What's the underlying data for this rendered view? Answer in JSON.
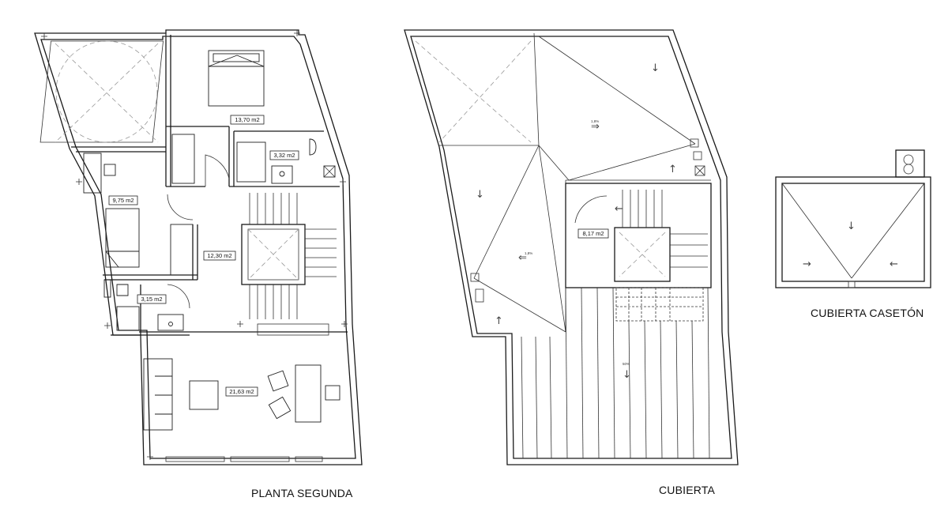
{
  "titles": {
    "floor": "PLANTA SEGUNDA",
    "roof": "CUBIERTA",
    "casing": "CUBIERTA CASETÓN"
  },
  "rooms": {
    "master_bedroom": "13,70 m2",
    "bath_upper": "3,32 m2",
    "bedroom_2": "9,75 m2",
    "hall": "12,30 m2",
    "bath_lower": "3,15 m2",
    "living": "21,63 m2",
    "roof_room": "8,17 m2"
  },
  "slopes": {
    "slope_a": "1,8%",
    "slope_b": "1,8%",
    "slope_c": "50%"
  },
  "icons": {
    "arrow_down": "↓",
    "arrow_up": "↑",
    "arrow_left": "⇐",
    "arrow_right": "→",
    "arrow_back": "←",
    "arrow_up_right": "⇒"
  }
}
